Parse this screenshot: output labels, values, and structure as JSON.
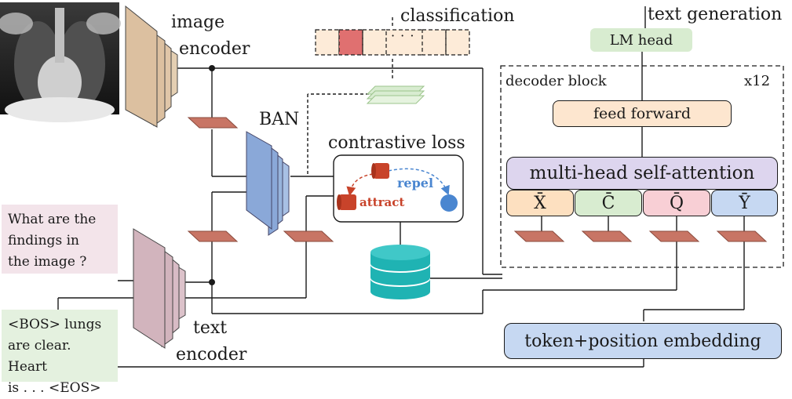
{
  "labels": {
    "image_encoder_line1": "image",
    "image_encoder_line2": "encoder",
    "classification": "classification",
    "text_generation": "text generation",
    "ban": "BAN",
    "contrastive_loss": "contrastive loss",
    "repel": "repel",
    "attract": "attract",
    "decoder_block": "decoder block",
    "repeat": "x12",
    "text_encoder_line1": "text",
    "text_encoder_line2": "encoder",
    "dots": "· · ·"
  },
  "decoder": {
    "lm_head": "LM head",
    "feed_forward": "feed forward",
    "attention": "multi-head self-attention",
    "inputs": [
      "X̄",
      "C̄",
      "Q̄",
      "Ȳ"
    ]
  },
  "embedding": "token+position embedding",
  "question": {
    "line1": "What are the",
    "line2": "findings in",
    "line3": "the image ?"
  },
  "report": {
    "line1": "<BOS> lungs",
    "line2": "are clear. Heart",
    "line3": "is . . . <EOS>"
  },
  "colors": {
    "encoder_image": "#dcc0a0",
    "encoder_text": "#d2b4bd",
    "projection": "#c87565",
    "ban": "#8aa8d8",
    "database": "#1fb3b3",
    "attract": "#c8432a",
    "repel": "#4a86d0",
    "feed_forward": "#fde6cf",
    "attention": "#ddd5ee",
    "x": "#fde0c0",
    "c": "#d8ecd0",
    "q": "#f8cfd5",
    "y": "#c6d8f2",
    "embedding": "#c6d8f2",
    "lm_head": "#d8ecd0",
    "classification_highlight": "#e07070"
  }
}
